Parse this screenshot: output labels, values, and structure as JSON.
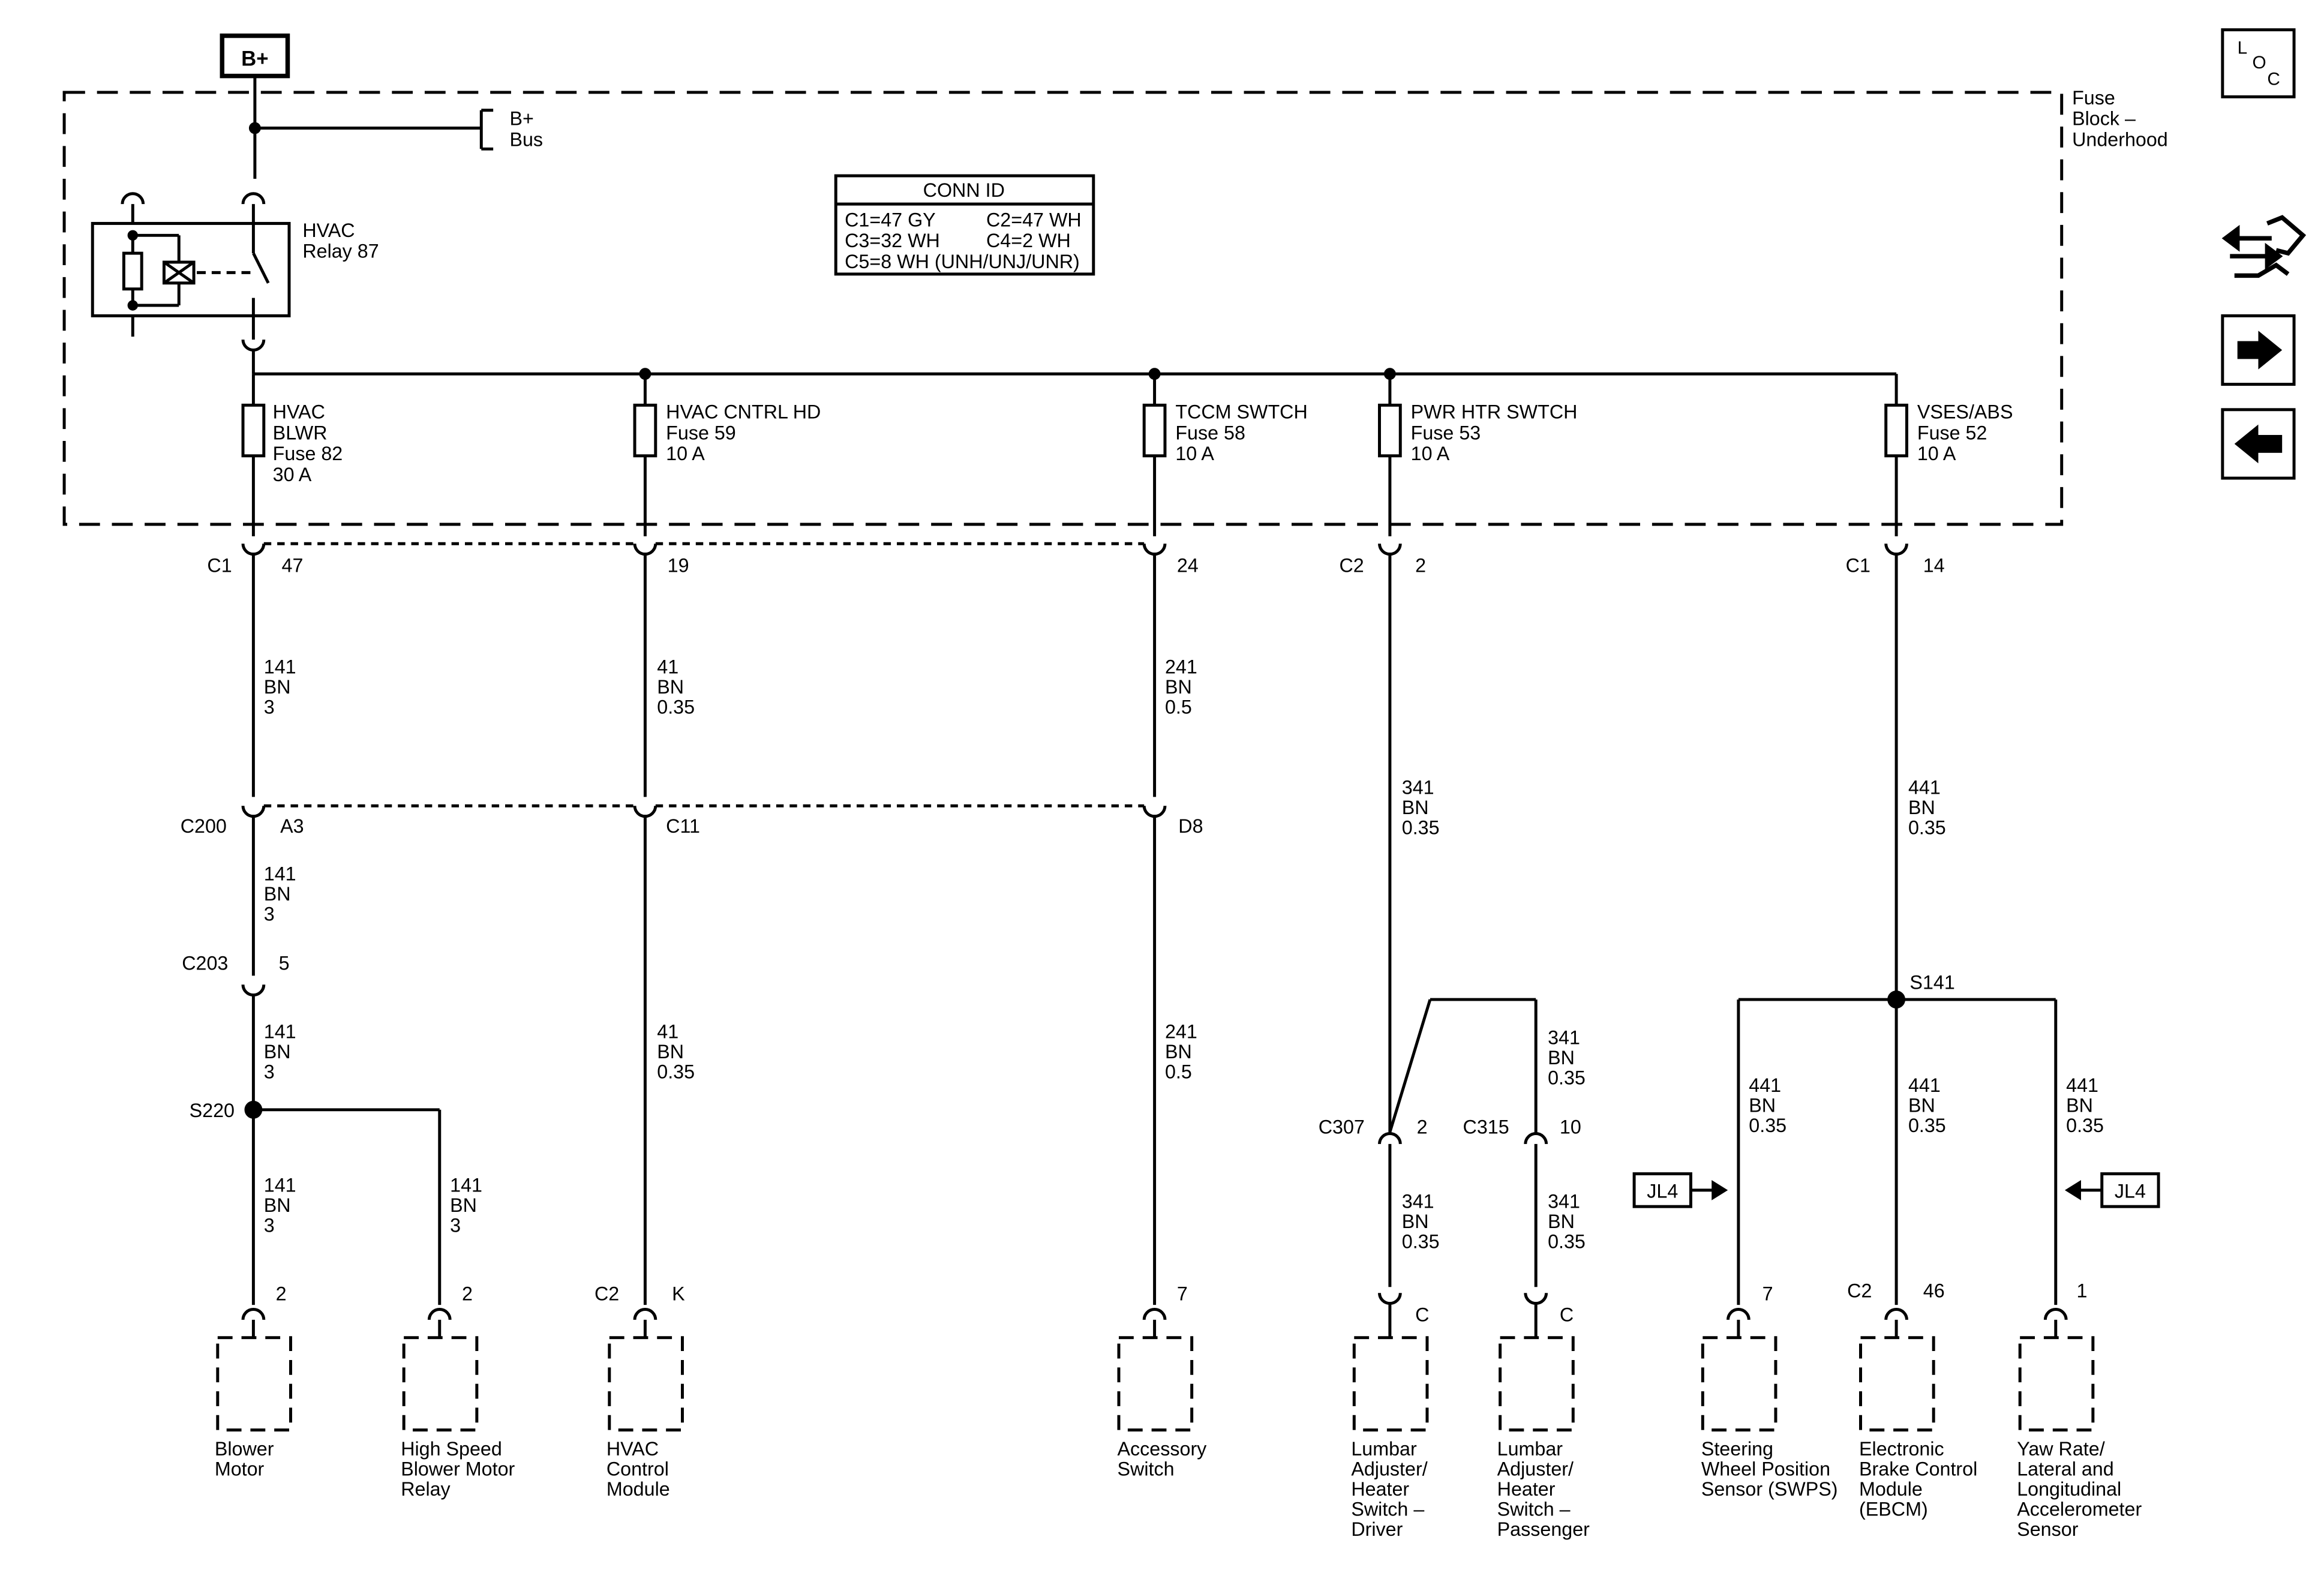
{
  "power": {
    "source_label": "B+",
    "bus_label": [
      "B+",
      "Bus"
    ]
  },
  "fuse_block": {
    "title": [
      "Fuse",
      "Block –",
      "Underhood"
    ]
  },
  "relay": {
    "label": [
      "HVAC",
      "Relay 87"
    ]
  },
  "conn_id": {
    "title": "CONN ID",
    "rows": [
      [
        "C1=47 GY",
        "C2=47 WH"
      ],
      [
        "C3=32 WH",
        "C4=2 WH"
      ],
      [
        "C5=8 WH (UNH/UNJ/UNR)",
        ""
      ]
    ]
  },
  "fuses": [
    {
      "lines": [
        "HVAC",
        "BLWR",
        "Fuse 82",
        "30 A"
      ]
    },
    {
      "lines": [
        "HVAC CNTRL HD",
        "Fuse 59",
        "10 A"
      ]
    },
    {
      "lines": [
        "TCCM SWTCH",
        "Fuse 58",
        "10 A"
      ]
    },
    {
      "lines": [
        "PWR HTR SWTCH",
        "Fuse 53",
        "10 A"
      ]
    },
    {
      "lines": [
        "VSES/ABS",
        "Fuse 52",
        "10 A"
      ]
    }
  ],
  "connector_labels": {
    "c1_left": "C1",
    "c1_47": "47",
    "c1_19": "19",
    "c1_24": "24",
    "c2_top": "C2",
    "c2_2": "2",
    "c1_right": "C1",
    "c1_14": "14",
    "c200": "C200",
    "a3": "A3",
    "c11": "C11",
    "d8": "D8",
    "c203": "C203",
    "c203_5": "5",
    "s220": "S220",
    "s141": "S141",
    "c307": "C307",
    "c307_2": "2",
    "c315": "C315",
    "c315_10": "10",
    "blower_pin": "2",
    "hs_pin": "2",
    "hvac_mod_conn": "C2",
    "hvac_mod_pin": "K",
    "acc_pin": "7",
    "lumbar_d_pin": "C",
    "lumbar_p_pin": "C",
    "swps_pin": "7",
    "ebcm_conn": "C2",
    "ebcm_pin": "46",
    "yaw_pin": "1"
  },
  "wires": {
    "w141": [
      "141",
      "BN",
      "3"
    ],
    "w41": [
      "41",
      "BN",
      "0.35"
    ],
    "w241": [
      "241",
      "BN",
      "0.5"
    ],
    "w341": [
      "341",
      "BN",
      "0.35"
    ],
    "w441": [
      "441",
      "BN",
      "0.35"
    ]
  },
  "jl4": {
    "left": "JL4",
    "right": "JL4"
  },
  "components": [
    {
      "lines": [
        "Blower",
        "Motor"
      ]
    },
    {
      "lines": [
        "High Speed",
        "Blower Motor",
        "Relay"
      ]
    },
    {
      "lines": [
        "HVAC",
        "Control",
        "Module"
      ]
    },
    {
      "lines": [
        "Accessory",
        "Switch"
      ]
    },
    {
      "lines": [
        "Lumbar",
        "Adjuster/",
        "Heater",
        "Switch –",
        "Driver"
      ]
    },
    {
      "lines": [
        "Lumbar",
        "Adjuster/",
        "Heater",
        "Switch –",
        "Passenger"
      ]
    },
    {
      "lines": [
        "Steering",
        "Wheel Position",
        "Sensor (SWPS)"
      ]
    },
    {
      "lines": [
        "Electronic",
        "Brake Control",
        "Module",
        "(EBCM)"
      ]
    },
    {
      "lines": [
        "Yaw Rate/",
        "Lateral and",
        "Longitudinal",
        "Accelerometer",
        "Sensor"
      ]
    }
  ],
  "nav_icons": {
    "loc": [
      "L",
      "O",
      "C"
    ],
    "items": [
      "loc-icon",
      "schematic-tools-icon",
      "next-arrow-icon",
      "previous-arrow-icon"
    ]
  }
}
